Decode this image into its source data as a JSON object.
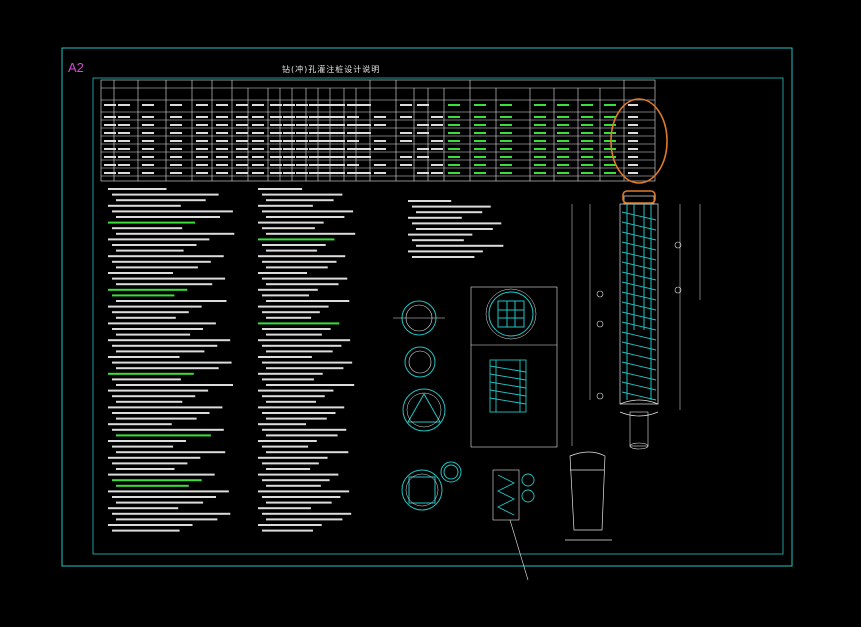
{
  "sheet": {
    "size_label": "A2",
    "title": "钻(冲)孔灌注桩设计说明"
  },
  "colors": {
    "background": "#000000",
    "frame": "#22c4c4",
    "table_lines": "#e6e6e6",
    "text": "#dcdcdc",
    "highlight_text": "#39e039",
    "rebar": "#22c4c4",
    "magenta_label": "#d24bd2",
    "annotation": "#e07a2a"
  },
  "table": {
    "columns": 32,
    "rows": 11
  },
  "annotations": {
    "circle_note": "orange-ellipse",
    "box_note": "orange-rounded-box"
  }
}
